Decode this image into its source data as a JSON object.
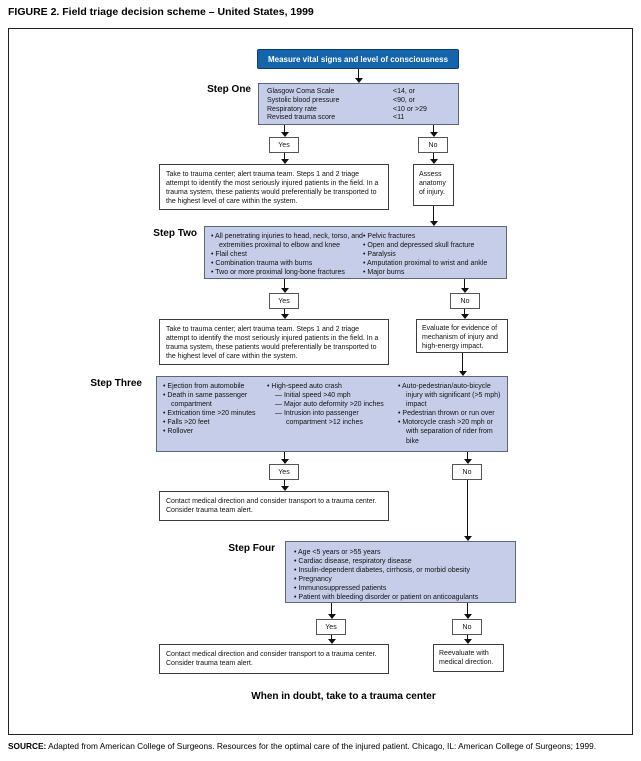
{
  "colors": {
    "header_blue": "#1465ac",
    "panel_fill": "#c6cde8"
  },
  "title": "FIGURE 2. Field triage decision scheme – United States, 1999",
  "labels": {
    "yes": "Yes",
    "no": "No"
  },
  "flow": {
    "start": "Measure vital signs and level of consciousness",
    "step_one": {
      "label": "Step One",
      "rows": [
        {
          "name": "Glasgow Coma Scale",
          "value": "<14, or"
        },
        {
          "name": "Systolic blood pressure",
          "value": "<90, or"
        },
        {
          "name": "Respiratory rate",
          "value": "<10 or >29"
        },
        {
          "name": "Revised trauma score",
          "value": "<11"
        }
      ]
    },
    "take_to_trauma": "Take to trauma center; alert trauma team. Steps 1 and 2 triage attempt to identify the most seriously injured patients in the field. In a trauma system, these patients would preferentially be transported to the highest level of care within the system.",
    "assess": "Assess anatomy of injury.",
    "step_two": {
      "label": "Step Two",
      "col1": [
        "All penetrating injuries to head, neck, torso, and extremities proximal to elbow and knee",
        "Flail chest",
        "Combination trauma with burns",
        "Two or more proximal long-bone fractures"
      ],
      "col2": [
        "Pelvic fractures",
        "Open and depressed skull fracture",
        "Paralysis",
        "Amputation proximal to wrist and ankle",
        "Major burns"
      ]
    },
    "evaluate": "Evaluate for evidence of mechanism of injury and high-energy impact.",
    "step_three": {
      "label": "Step Three",
      "col1": [
        "Ejection from automobile",
        "Death in same passenger compartment",
        "Extrication time >20 minutes",
        "Falls >20 feet",
        "Rollover"
      ],
      "col2_head": "High-speed auto crash",
      "col2_sub": [
        "Initial speed >40 mph",
        "Major auto deformity >20 inches",
        "Intrusion into passenger compartment >12 inches"
      ],
      "col3": [
        "Auto-pedestrian/auto-bicycle injury with significant (>5 mph) impact",
        "Pedestrian thrown or run over",
        "Motorcycle crash >20 mph or with separation of rider from bike"
      ]
    },
    "contact": "Contact medical direction and consider transport to a trauma center. Consider trauma team alert.",
    "step_four": {
      "label": "Step Four",
      "items": [
        "Age <5 years or >55 years",
        "Cardiac disease, respiratory disease",
        "Insulin-dependent diabetes, cirrhosis, or morbid obesity",
        "Pregnancy",
        "Immunosuppressed patients",
        "Patient with bleeding disorder or patient on anticoagulants"
      ]
    },
    "reevaluate": "Reevaluate with medical direction.",
    "footer": "When in doubt, take to a trauma center"
  },
  "source": {
    "label": "SOURCE:",
    "text": " Adapted from American College of Surgeons. Resources for the optimal care of the injured patient. Chicago, IL: American College of Surgeons; 1999."
  }
}
